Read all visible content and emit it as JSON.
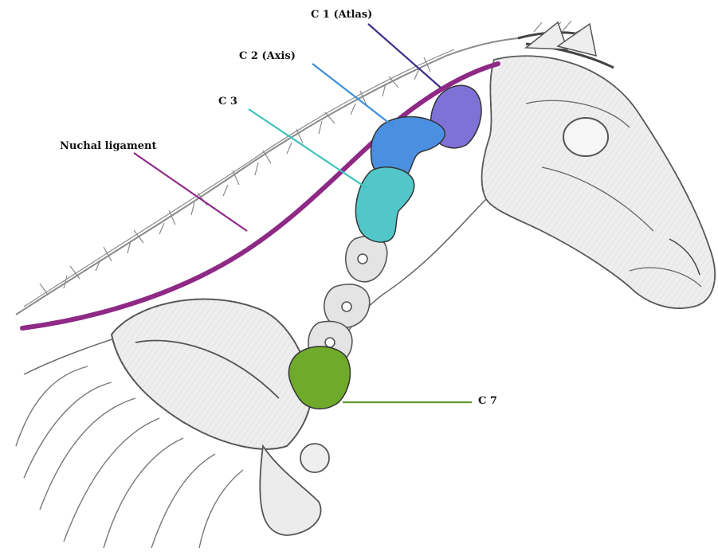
{
  "labels": {
    "c1": "C 1 (Atlas)",
    "c2": "C 2 (Axis)",
    "c3": "C 3",
    "c7": "C 7",
    "nuchal": "Nuchal ligament"
  },
  "colors": {
    "c1": "#7f72d6",
    "c1_line": "#3a2f8a",
    "c2": "#4b8fe0",
    "c2_line": "#3f8fd8",
    "c3": "#52c7c9",
    "c3_line": "#3cc3bd",
    "c7": "#6faa2a",
    "c7_line": "#5f9a2a",
    "nuchal": "#8e2a86",
    "bone_outline": "#555555",
    "bone_fill": "#e6e6e6",
    "hair": "#8a8a8a"
  }
}
